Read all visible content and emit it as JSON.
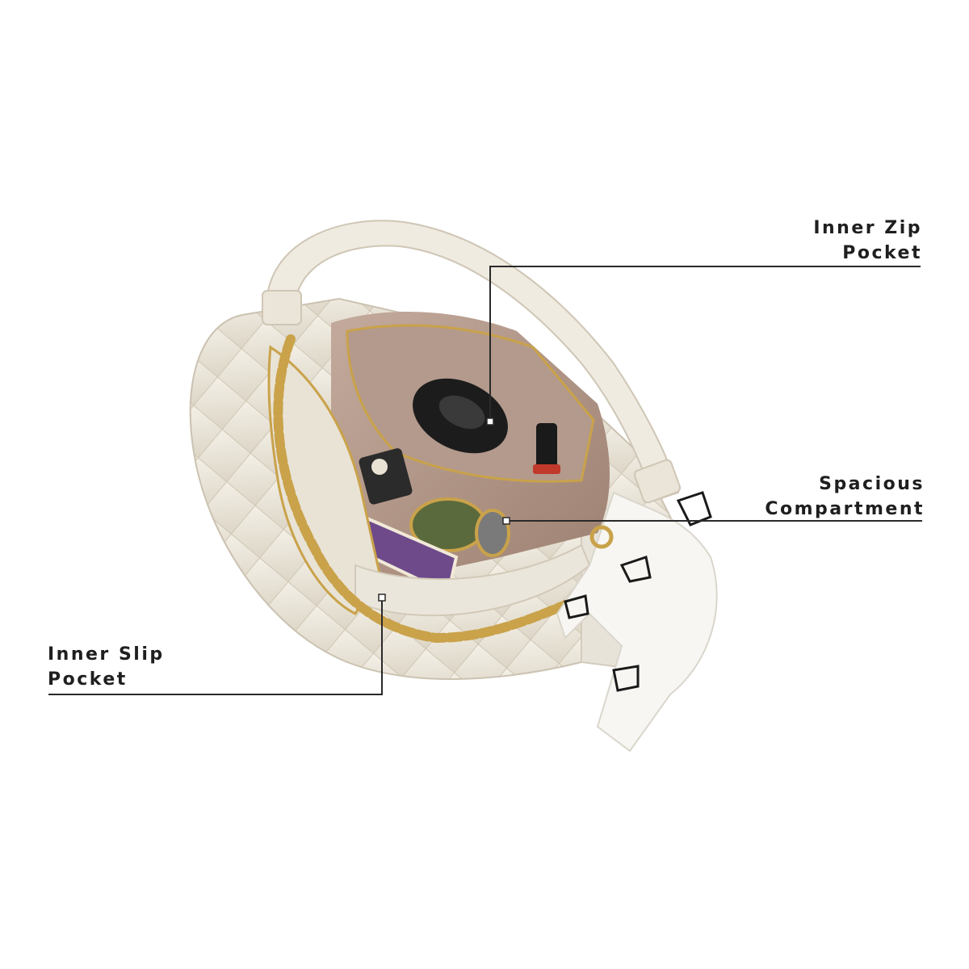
{
  "callouts": {
    "inner_zip": {
      "line1": "Inner Zip",
      "line2": "Pocket"
    },
    "spacious": {
      "line1": "Spacious",
      "line2": "Compartment"
    },
    "inner_slip": {
      "line1": "Inner Slip",
      "line2": "Pocket"
    }
  },
  "colors": {
    "leather": "#ece7dc",
    "lining": "#b5998a",
    "chain": "#c9a24a",
    "leader_line": "#2a2a2a"
  }
}
